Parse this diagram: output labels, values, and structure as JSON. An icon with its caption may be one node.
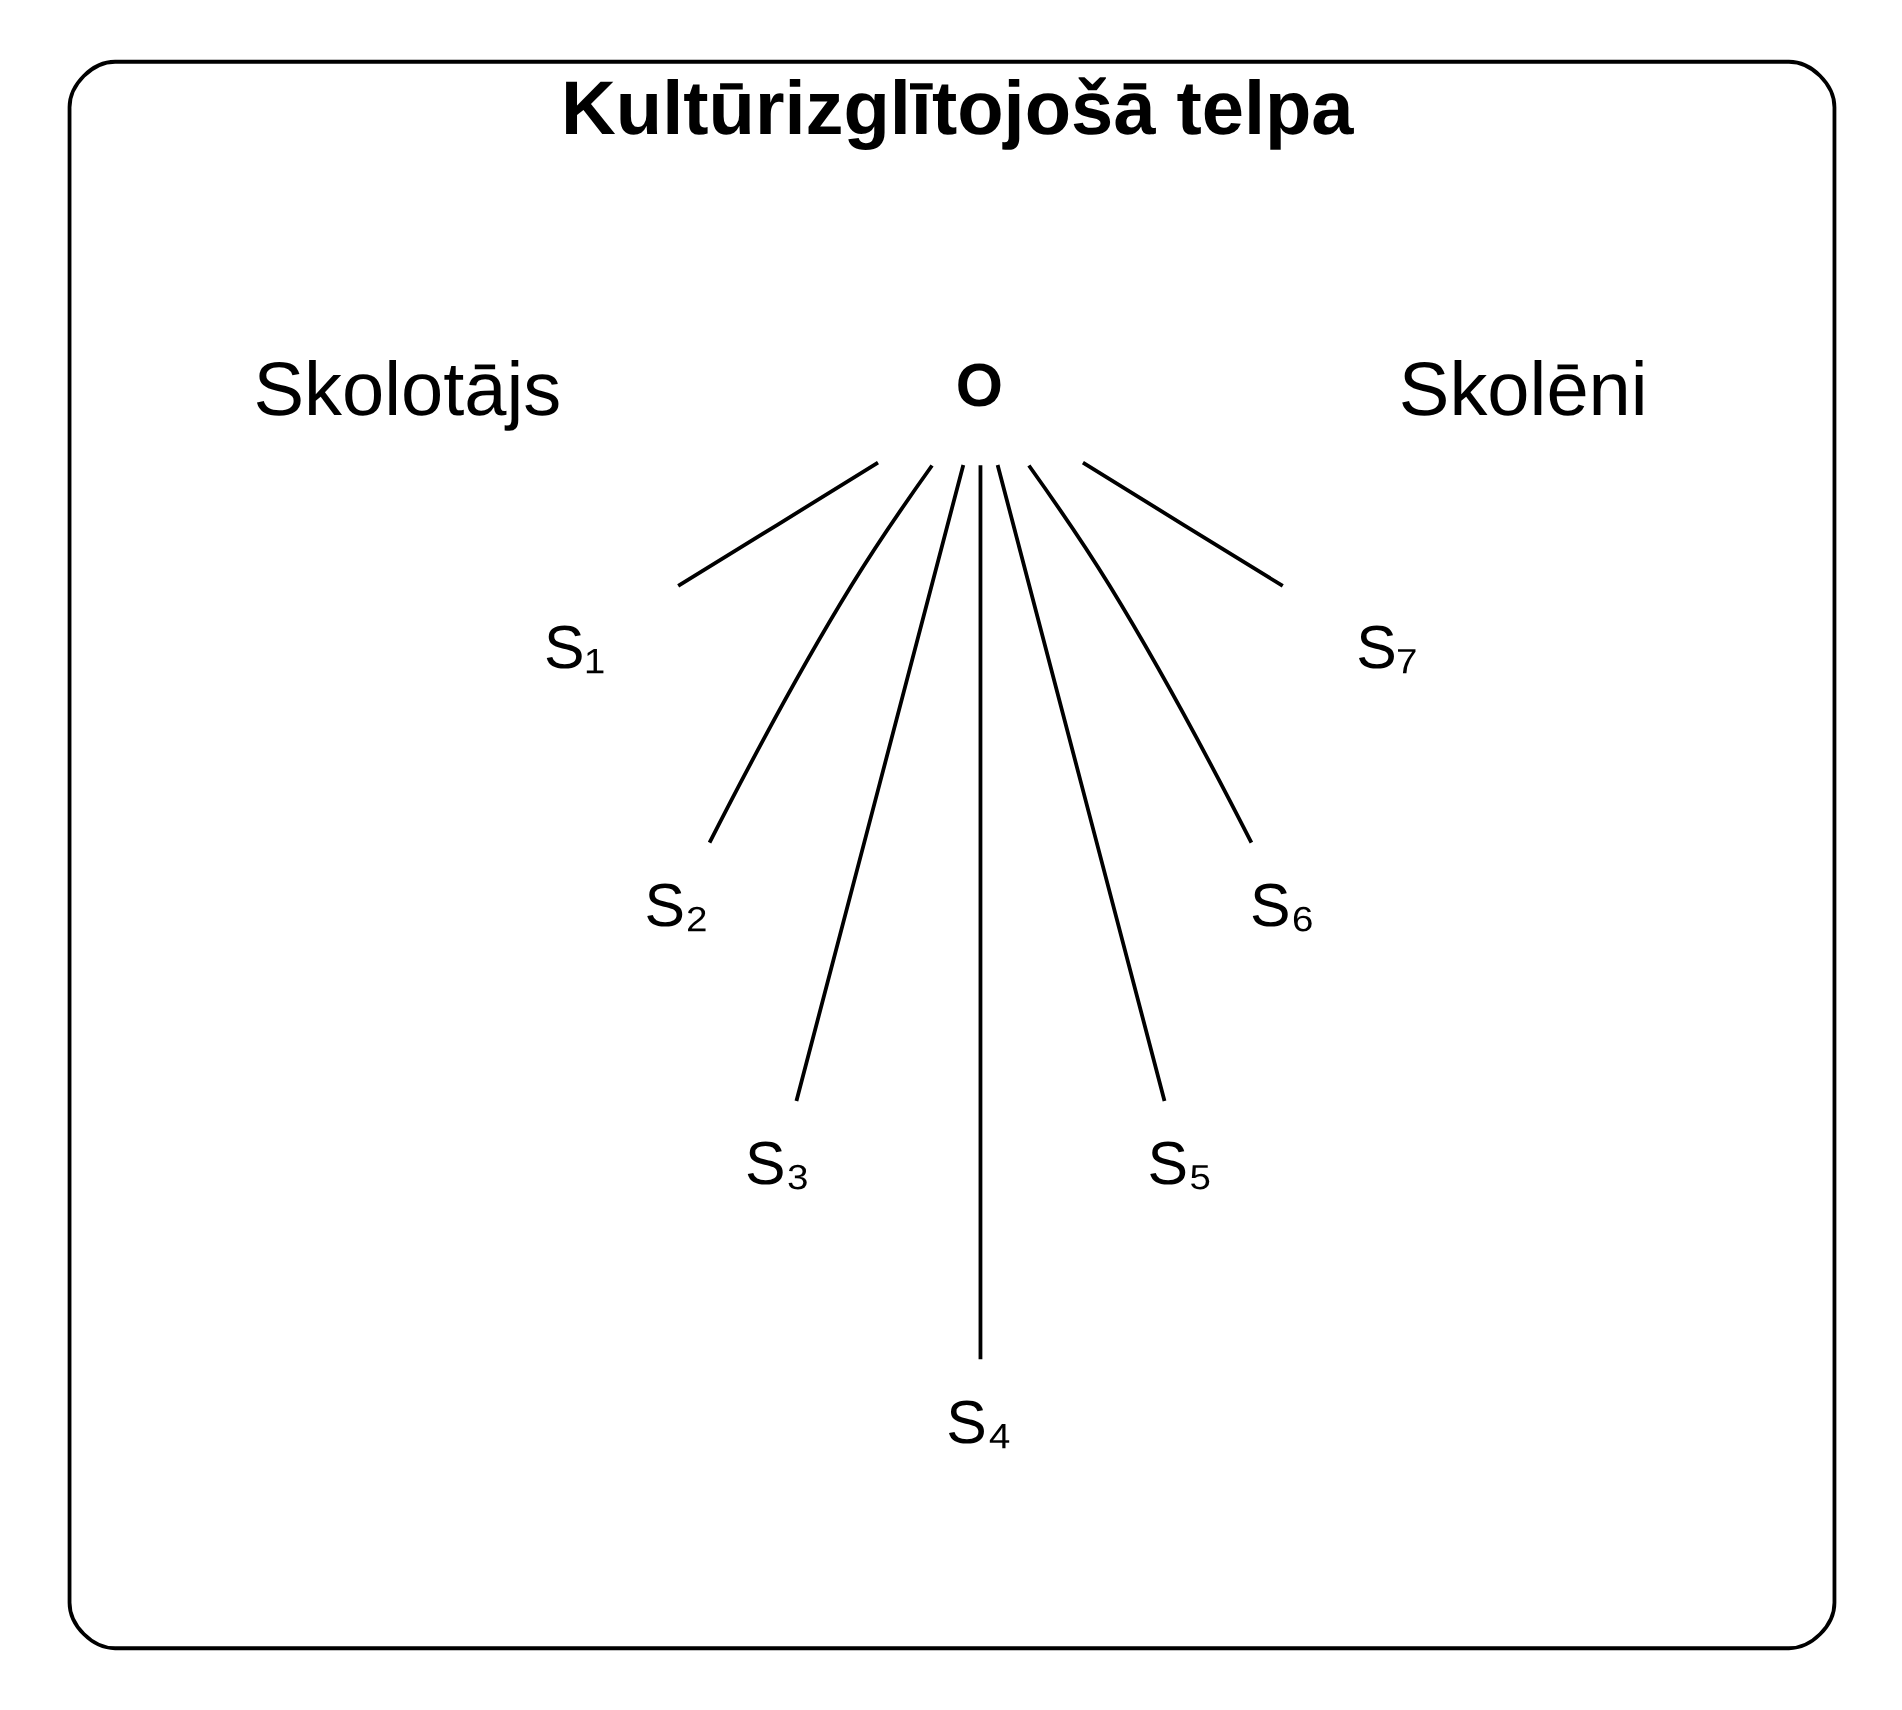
{
  "diagram": {
    "nodes": [
      {
        "text": [
          "Kultūrizglītojošā telpa"
        ]
      },
      {
        "text": [
          "O"
        ],
        "in": 0
      },
      {
        "text": [
          "S₁"
        ],
        "in": 0
      },
      {
        "text": [
          "S₂"
        ],
        "in": 0
      },
      {
        "text": [
          "S₃"
        ],
        "in": 0
      },
      {
        "text": [
          "S₄"
        ],
        "in": 0
      },
      {
        "text": [
          "S₅"
        ],
        "in": 0
      },
      {
        "text": [
          "S₆"
        ],
        "in": 0
      },
      {
        "text": [
          "S₇"
        ],
        "in": 0
      }
    ],
    "edges": [
      {
        "from": 1,
        "to": 2,
        "arrow": "none"
      },
      {
        "from": 1,
        "to": 3,
        "arrow": "none"
      },
      {
        "from": 1,
        "to": 4,
        "arrow": "none"
      },
      {
        "from": 1,
        "to": 5,
        "arrow": "none"
      },
      {
        "from": 1,
        "to": 6,
        "arrow": "none"
      },
      {
        "from": 1,
        "to": 7,
        "arrow": "none"
      },
      {
        "from": 1,
        "to": 8,
        "arrow": "none"
      }
    ],
    "labels": [
      "Skolotājs",
      "Skolēni"
    ]
  }
}
